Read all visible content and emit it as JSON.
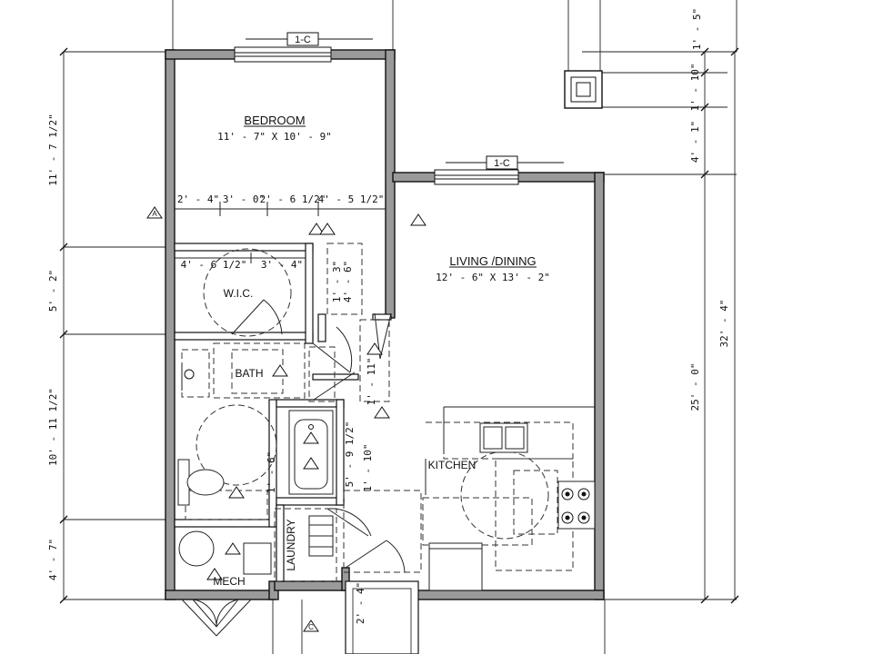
{
  "rooms": {
    "bedroom": {
      "name": "BEDROOM",
      "size": "11' - 7\" X 10' - 9\""
    },
    "living": {
      "name": "LIVING /DINING",
      "size": "12' - 6\" X 13' - 2\""
    },
    "wic": {
      "name": "W.I.C."
    },
    "bath": {
      "name": "BATH"
    },
    "kitchen": {
      "name": "KITCHEN"
    },
    "laundry": {
      "name": "LAUNDRY"
    },
    "mech": {
      "name": "MECH"
    }
  },
  "tags": {
    "section_top": "1-C",
    "section_mid": "1-C",
    "elev_a": "A",
    "elev_c": "C"
  },
  "dimensions": {
    "left": [
      "11' - 7 1/2\"",
      "5' - 2\"",
      "10' - 11 1/2\"",
      "4' - 7\""
    ],
    "right_small": [
      "1' - 5\"",
      "1' - 10\"",
      "4' - 1\""
    ],
    "right_main": "25' - 0\"",
    "overall": "32' - 4\"",
    "bedroom_row": [
      "2' - 4\"",
      "3' - 0\"",
      "2' - 6 1/2\"",
      "4' - 5 1/2\""
    ],
    "wic_row": [
      "4' - 6 1/2\"",
      "3' - 4\""
    ],
    "closet_v1": "1' - 3\"",
    "closet_v2": "4' - 6\"",
    "hall_v": "1' - 11\"",
    "tub_v1": "5' - 9 1/2\"",
    "tub_v2": "1' - 10\"",
    "bath_v": "1' - 6\"",
    "entry_v": "2' - 4\""
  }
}
